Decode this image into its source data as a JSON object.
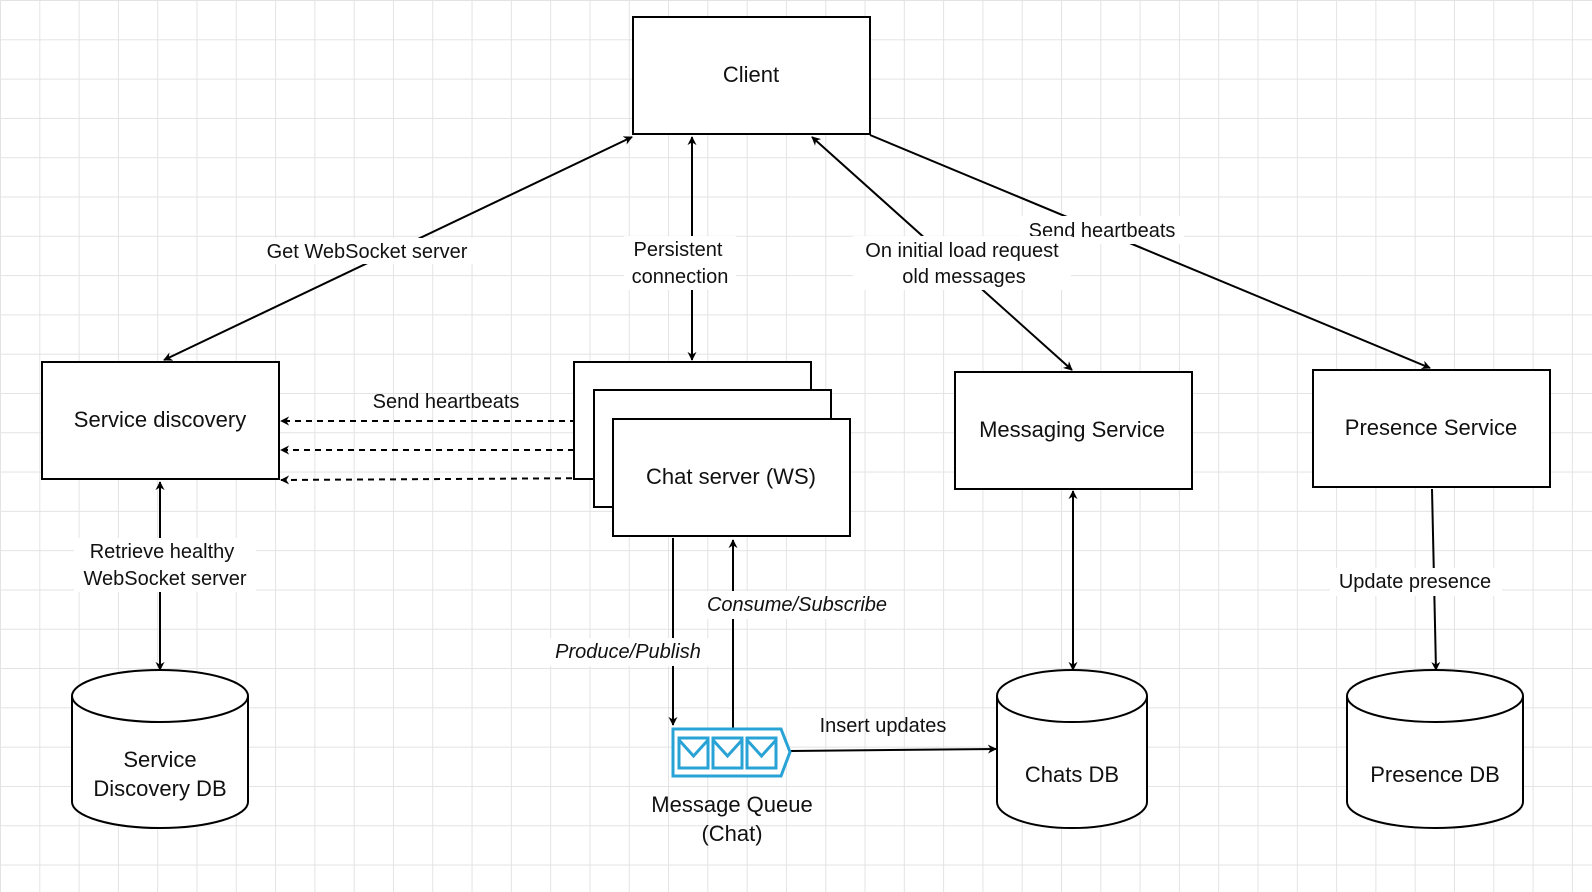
{
  "nodes": {
    "client": "Client",
    "service_discovery": "Service discovery",
    "chat_server": "Chat server (WS)",
    "messaging_service": "Messaging Service",
    "presence_service": "Presence Service",
    "service_discovery_db": [
      "Service",
      "Discovery DB"
    ],
    "chats_db": "Chats DB",
    "presence_db": "Presence DB",
    "message_queue": [
      "Message Queue",
      "(Chat)"
    ]
  },
  "edges": {
    "get_websocket": "Get WebSocket server",
    "persistent": [
      "Persistent",
      "connection"
    ],
    "initial_load": [
      "On initial load request",
      "old messages"
    ],
    "heartbeats_client": "Send heartbeats",
    "heartbeats_chat": "Send heartbeats",
    "retrieve_healthy": [
      "Retrieve healthy",
      "WebSocket server"
    ],
    "consume": "Consume/Subscribe",
    "produce": "Produce/Publish",
    "insert_updates": "Insert updates",
    "update_presence": "Update presence"
  },
  "colors": {
    "grid": "#e3e3e3",
    "queue_icon": "#29a3d6"
  },
  "icons": {
    "queue": "message-queue-icon"
  }
}
